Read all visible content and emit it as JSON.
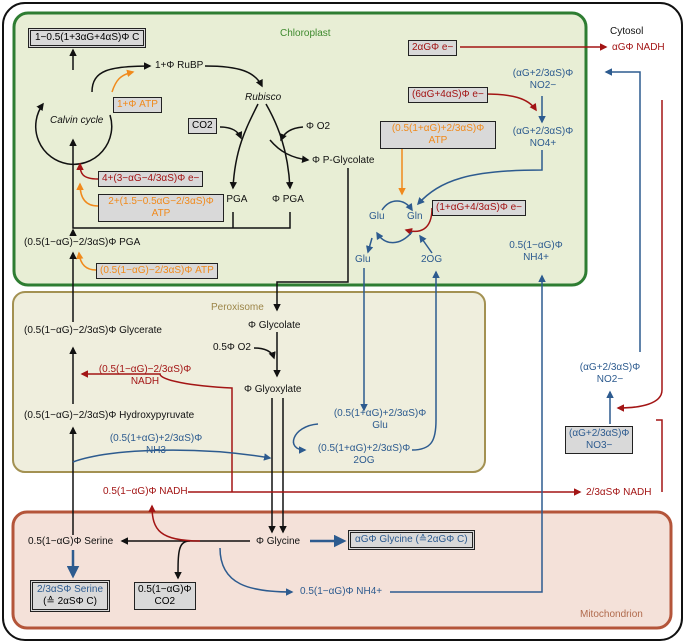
{
  "compartments": {
    "chloroplast": "Chloroplast",
    "cytosol": "Cytosol",
    "peroxisome": "Peroxisome",
    "mitochondrion": "Mitochondrion"
  },
  "chloroplast": {
    "carbon_out": "1−0.5(1+3αG+4αS)Φ C",
    "rubp": "1+Φ RuBP",
    "atp_rubp": "1+Φ ATP",
    "calvin": "Calvin cycle",
    "rubisco": "Rubisco",
    "co2": "CO2",
    "o2": "Φ O2",
    "pglycolate": "Φ P-Glycolate",
    "pga2": "2 PGA",
    "phipga": "Φ PGA",
    "electrons_calvin": "4+(3−αG−4/3αS)Φ e−",
    "atp_calvin": "2+(1.5−0.5αG−2/3αS)Φ",
    "atp_calvin_unit": "ATP",
    "pga_return": "(0.5(1−αG)−2/3αS)Φ PGA",
    "atp_glycerate": "(0.5(1−αG)−2/3αS)Φ ATP",
    "e_nadh_export": "2αGΦ e−",
    "e_nitrite": "(6αG+4αS)Φ e−",
    "nitrite_in": "(αG+2/3αS)Φ",
    "nitrite_in_species": "NO2−",
    "ammonium_pl": "(αG+2/3αS)Φ",
    "ammonium_pl_species": "NO4+",
    "atp_gs": "(0.5(1+αG)+2/3αS)Φ",
    "atp_gs_unit": "ATP",
    "glu": "Glu",
    "gln": "Gln",
    "e_gogat": "(1+αG+4/3αS)Φ e−",
    "glu_out": "Glu",
    "og_in": "2OG",
    "nh4_in": "0.5(1−αG)Φ",
    "nh4_in_species": "NH4+"
  },
  "cytosol_items": {
    "nadh_g": "αGΦ NADH",
    "nitrite": "(αG+2/3αS)Φ",
    "nitrite_species": "NO2−",
    "nitrate": "(αG+2/3αS)Φ",
    "nitrate_species": "NO3−",
    "nadh_s": "2/3αSΦ NADH"
  },
  "peroxisome": {
    "glycerate": "(0.5(1−αG)−2/3αS)Φ Glycerate",
    "glycolate": "Φ Glycolate",
    "o2": "0.5Φ O2",
    "glyoxylate": "Φ Glyoxylate",
    "nadh": "(0.5(1−αG)−2/3αS)Φ",
    "nadh_unit": "NADH",
    "hydroxypyruvate": "(0.5(1−αG)−2/3αS)Φ Hydroxypyruvate",
    "nh3": "(0.5(1+αG)+2/3αS)Φ",
    "nh3_species": "NH3",
    "glu": "(0.5(1+αG)+2/3αS)Φ",
    "glu_species": "Glu",
    "og": "(0.5(1+αG)+2/3αS)Φ",
    "og_species": "2OG"
  },
  "mitochondrion": {
    "nadh": "0.5(1−αG)Φ NADH",
    "serine": "0.5(1−αG)Φ Serine",
    "glycine": "Φ Glycine",
    "glycine_export": "αGΦ Glycine (≙2αGΦ C)",
    "serine_export": "2/3αSΦ Serine",
    "serine_export_c": "(≙ 2αSΦ C)",
    "co2": "0.5(1−αG)Φ",
    "co2_species": "CO2",
    "nh4": "0.5(1−αG)Φ NH4+"
  },
  "colors": {
    "black": "#111111",
    "red": "#a31515",
    "orange": "#f08a1c",
    "blue": "#2d5b8f",
    "chloroplast_fill": "#e8eed5",
    "chloroplast_border": "#2e7d32",
    "peroxisome_fill": "#efeedd",
    "peroxisome_border": "#a39152",
    "mitochondrion_fill": "#f4e1d9",
    "mitochondrion_border": "#b4553a"
  }
}
